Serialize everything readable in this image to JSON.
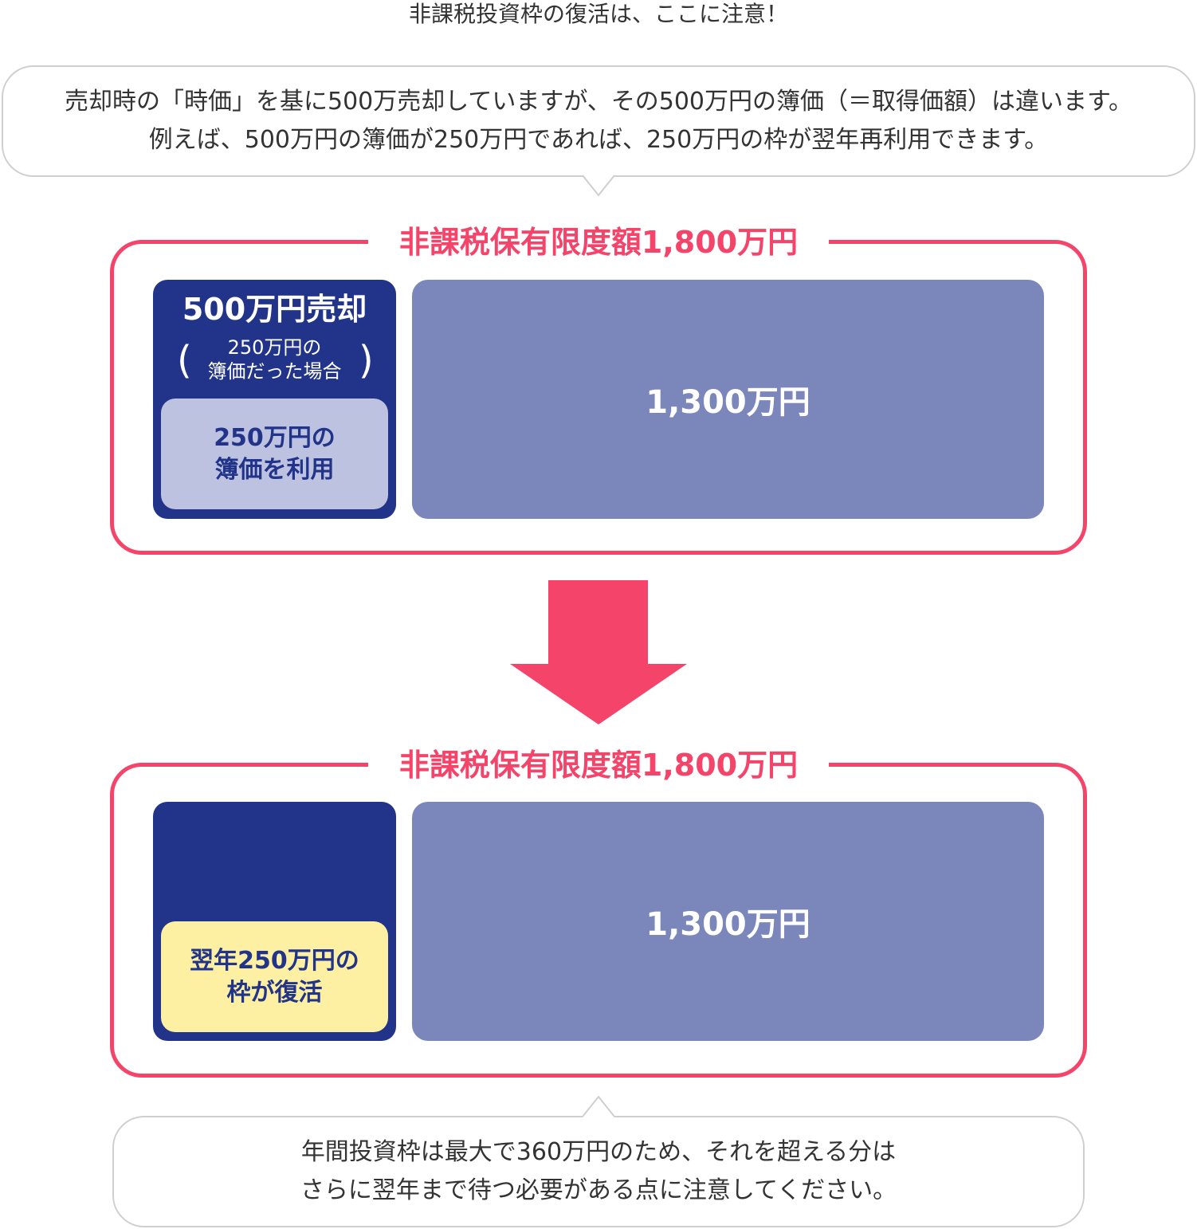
{
  "heading": "非課税投資枠の復活は、ここに注意！",
  "top_note": {
    "line1": "売却時の「時価」を基に500万売却していますが、その500万円の簿価（＝取得価額）は違います。",
    "line2": "例えば、500万円の簿価が250万円であれば、250万円の枠が翌年再利用できます。"
  },
  "panel1": {
    "title": "非課税保有限度額1,800万円",
    "sale_box": {
      "title": "500万円売却",
      "paren_line1": "250万円の",
      "paren_line2": "簿価だった場合",
      "inner_line1": "250万円の",
      "inner_line2": "簿価を利用"
    },
    "remaining": "1,300万円"
  },
  "panel2": {
    "title": "非課税保有限度額1,800万円",
    "restore_box": {
      "line1": "翌年250万円の",
      "line2": "枠が復活"
    },
    "remaining": "1,300万円"
  },
  "bottom_note": {
    "line1": "年間投資枠は最大で360万円のため、それを超える分は",
    "line2": "さらに翌年まで待つ必要がある点に注意してください。"
  },
  "colors": {
    "accent_pink": "#f5446a",
    "navy": "#223489",
    "slate_blue": "#7b86bb",
    "lavender": "#bcc2df",
    "light_yellow": "#fdf0a2",
    "bubble_border": "#cfcfcf"
  }
}
